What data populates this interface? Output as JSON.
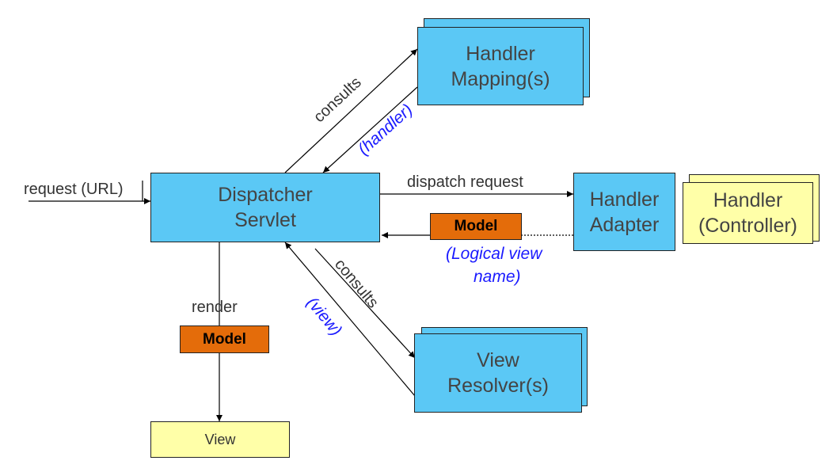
{
  "dispatcher": {
    "line1": "Dispatcher",
    "line2": "Servlet"
  },
  "handler_mapping": {
    "line1": "Handler",
    "line2": "Mapping(s)"
  },
  "handler_adapter": {
    "line1": "Handler",
    "line2": "Adapter"
  },
  "handler_controller": {
    "line1": "Handler",
    "line2": "(Controller)"
  },
  "view_resolver": {
    "line1": "View",
    "line2": "Resolver(s)"
  },
  "view": {
    "label": "View"
  },
  "labels": {
    "request": "request (URL)",
    "consults_top": "consults",
    "handler": "(handler)",
    "dispatch_request": "dispatch request",
    "model": "Model",
    "logical_view_line1": "(Logical view",
    "logical_view_line2": "name)",
    "render": "render",
    "consults_bottom": "consults",
    "view_ret": "(view)"
  },
  "colors": {
    "box_blue": "#5bc8f5",
    "box_yellow": "#ffffa8",
    "model_orange": "#e46c0a",
    "italic_blue": "#1a1aff"
  }
}
